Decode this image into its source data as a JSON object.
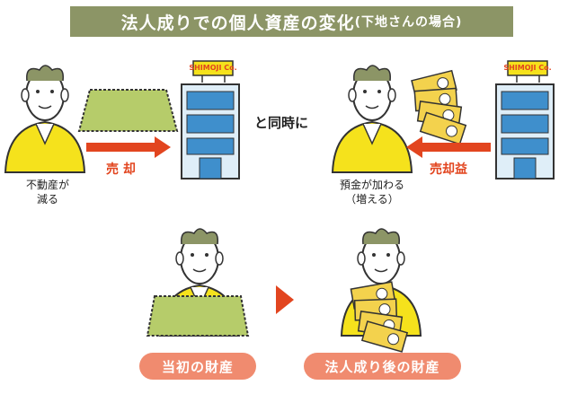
{
  "title": {
    "main": "法人成りでの個人資産の変化",
    "suffix": "(下地さんの場合)"
  },
  "sign_text": "SHIMOJI Co.",
  "left_scene": {
    "arrow_label": "売 却",
    "person_caption_1": "不動産が",
    "person_caption_2": "減る"
  },
  "center_text": "と同時に",
  "right_scene": {
    "arrow_label": "売却益",
    "person_caption_1": "預金が加わる",
    "person_caption_2": "（増える）"
  },
  "bottom": {
    "before_label": "当初の財産",
    "after_label": "法人成り後の財産"
  },
  "colors": {
    "title_bg": "#8c9566",
    "arrow": "#e2451f",
    "pill": "#f08b6f",
    "shirt": "#f5e21c",
    "building": "#3f8fcc",
    "land": "#b6cc6a",
    "money": "#f3d24d"
  }
}
